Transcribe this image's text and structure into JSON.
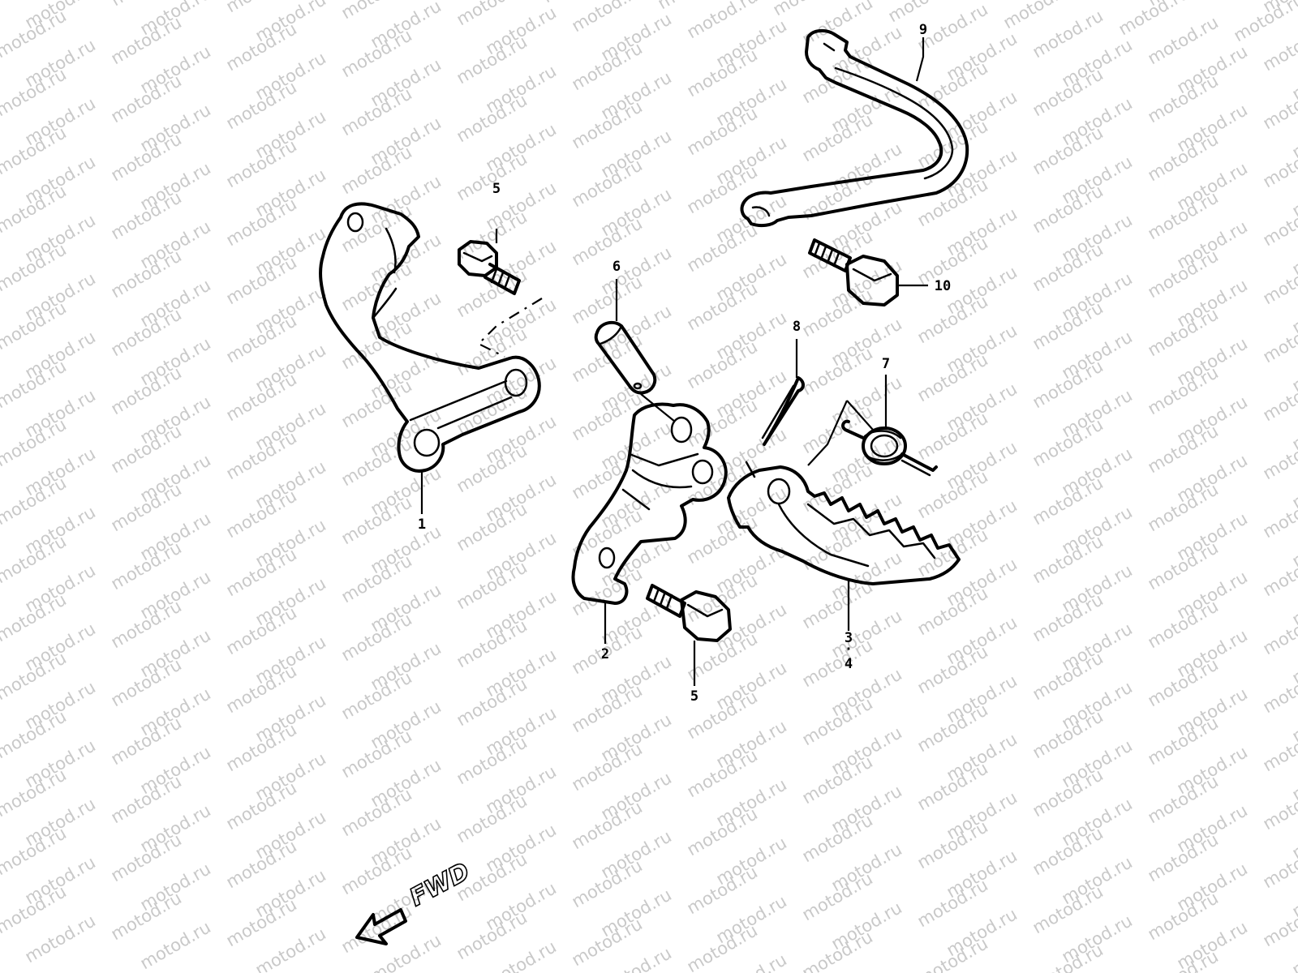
{
  "watermark": {
    "text": "motod.ru"
  },
  "callouts": {
    "c1": "1",
    "c2": "2",
    "c3": "3",
    "c3_sep": "·",
    "c4": "4",
    "c5a": "5",
    "c5b": "5",
    "c6": "6",
    "c7": "7",
    "c8": "8",
    "c9": "9",
    "c10": "10"
  },
  "direction": {
    "label": "FWD",
    "icon": "arrow-left-icon"
  }
}
